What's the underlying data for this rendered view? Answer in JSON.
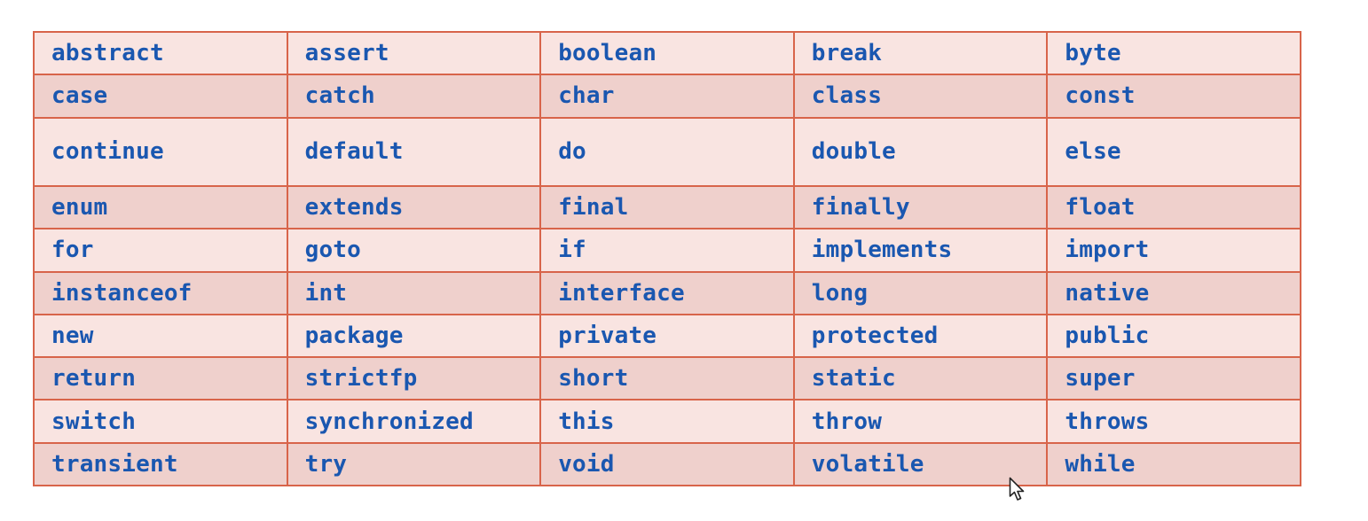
{
  "keywords_table": {
    "rows": [
      [
        "abstract",
        "assert",
        "boolean",
        "break",
        "byte"
      ],
      [
        "case",
        "catch",
        "char",
        "class",
        "const"
      ],
      [
        "continue",
        "default",
        "do",
        "double",
        "else"
      ],
      [
        "enum",
        "extends",
        "final",
        "finally",
        "float"
      ],
      [
        "for",
        "goto",
        "if",
        "implements",
        "import"
      ],
      [
        "instanceof",
        "int",
        "interface",
        "long",
        "native"
      ],
      [
        "new",
        "package",
        "private",
        "protected",
        "public"
      ],
      [
        "return",
        "strictfp",
        "short",
        "static",
        "super"
      ],
      [
        "switch",
        "synchronized",
        "this",
        "throw",
        "throws"
      ],
      [
        "transient",
        "try",
        "void",
        "volatile",
        "while"
      ]
    ]
  },
  "colors": {
    "text": "#1a57b0",
    "border": "#d8644a",
    "row_light": "#f9e4e1",
    "row_dark": "#efd0cc"
  },
  "cursor": {
    "icon": "mouse-pointer-icon"
  }
}
